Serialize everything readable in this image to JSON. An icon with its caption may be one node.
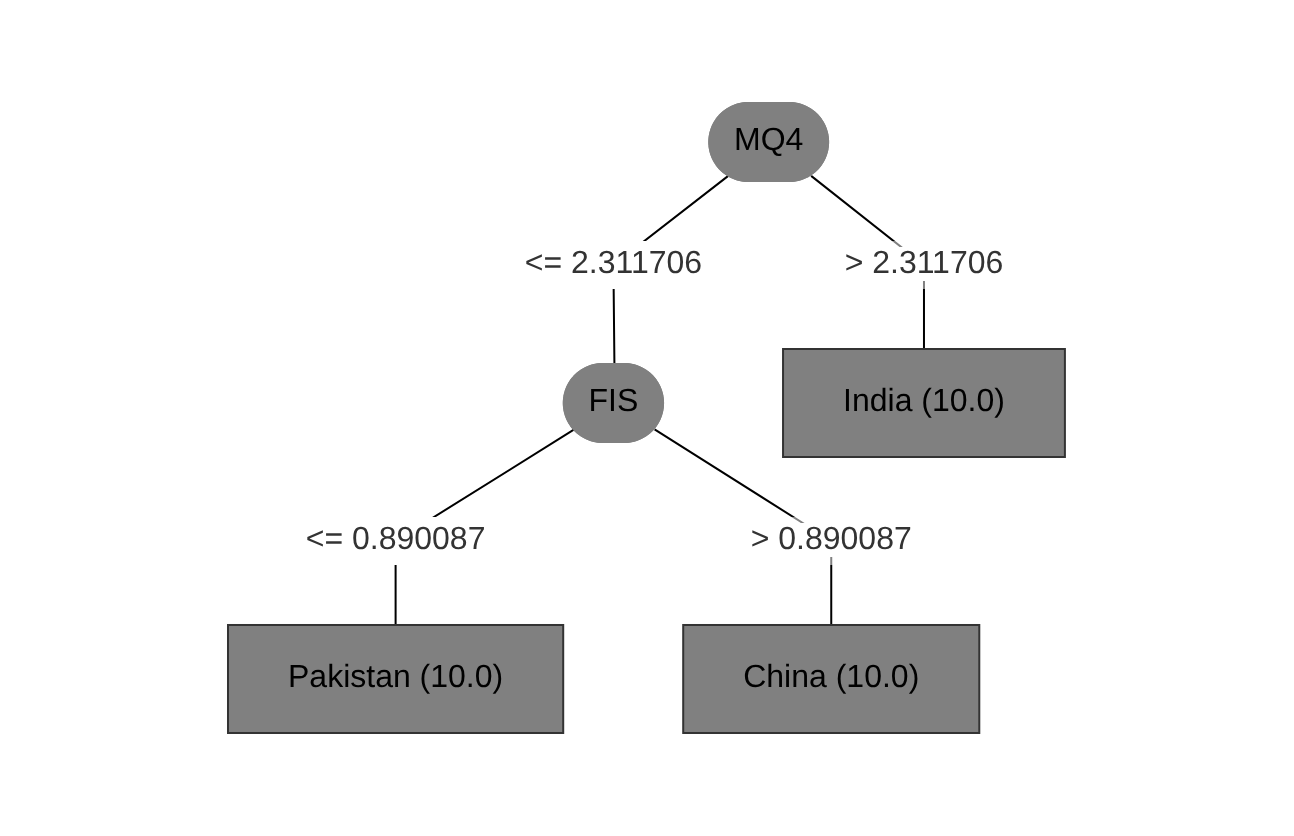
{
  "diagram": {
    "nodes": [
      {
        "text": [
          "MQ4"
        ]
      },
      {
        "text": [
          "FIS"
        ]
      },
      {
        "text": [
          "India (10.0)"
        ]
      },
      {
        "text": [
          "Pakistan (10.0)"
        ]
      },
      {
        "text": [
          "China (10.0)"
        ]
      }
    ],
    "edges": [
      {
        "from": 0,
        "to": 1,
        "arrow": "none",
        "label": "<= 2.311706"
      },
      {
        "from": 0,
        "to": 2,
        "arrow": "none",
        "label": "> 2.311706"
      },
      {
        "from": 1,
        "to": 3,
        "arrow": "none",
        "label": "<= 0.890087"
      },
      {
        "from": 1,
        "to": 4,
        "arrow": "none",
        "label": "> 0.890087"
      }
    ]
  }
}
